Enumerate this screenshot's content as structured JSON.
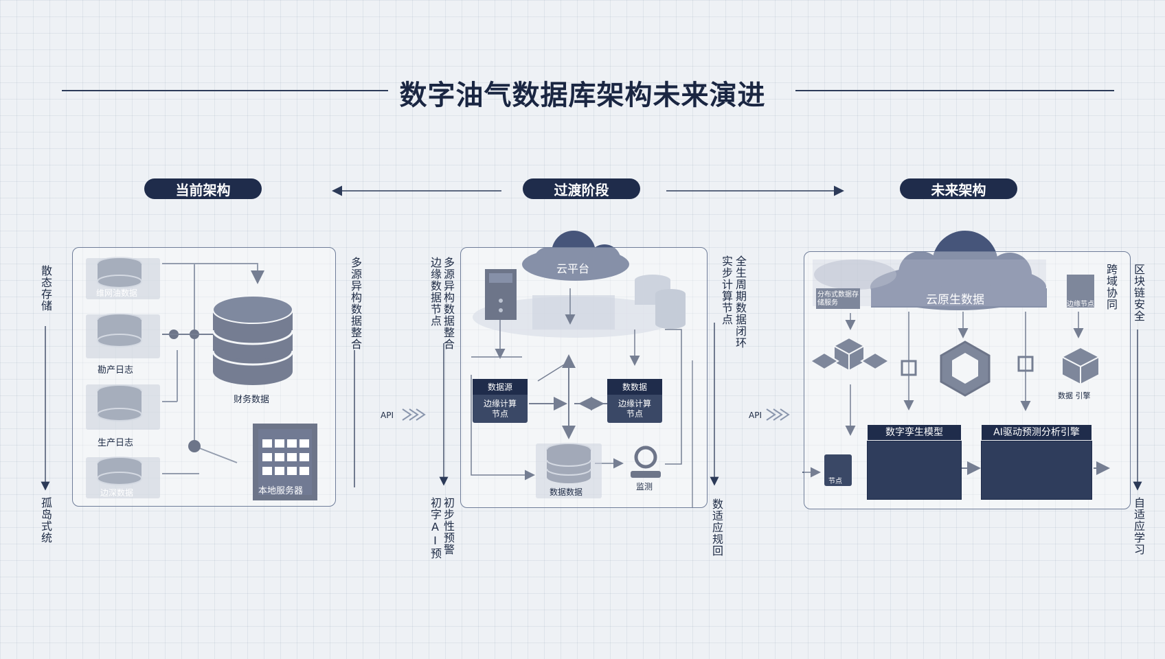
{
  "title": "数字油气数据库架构未来演进",
  "stages": {
    "current": "当前架构",
    "transition": "过渡阶段",
    "future": "未来架构"
  },
  "current": {
    "left_top": "散态存储",
    "left_bottom": "孤岛式统",
    "right_label": "多源异构数据整合",
    "tile1": "维网油数据",
    "tile2": "勘产日志",
    "tile3": "生产日志",
    "tile4": "边深数据",
    "central_db": "财务数据",
    "server": "本地服务器"
  },
  "transition": {
    "left_col1": "边缘数据节点",
    "left_col2": "多源异构数据整合",
    "bottom_col1": "初字AI预",
    "bottom_col2": "初步性预警",
    "cloud": "云平台",
    "right_col1": "实步计算节点",
    "right_col2": "全生周期数据闭环",
    "right_bottom": "数适应规回",
    "node_left_hd": "数据源",
    "node_left_bd": "边缘计算节点",
    "node_right_hd": "数数据",
    "node_right_bd": "边缘计算节点",
    "db_bottom": "数据数据",
    "monitor": "监测"
  },
  "future": {
    "cloud": "云原生数据",
    "tl_label": "分布式数据存储服务",
    "tr_label": "边缘节点",
    "right_col1": "跨域协同",
    "right_col2": "区块链安全",
    "right_bottom": "自适应学习",
    "cube_label": "数据 引擎",
    "twin": "数字孪生模型",
    "ai": "AI驱动预测分析引擎",
    "small_node": "节点"
  },
  "api_label": "API",
  "colors": {
    "navy": "#1f2c4b",
    "slate": "#3a4866",
    "line": "#2c3a58"
  }
}
